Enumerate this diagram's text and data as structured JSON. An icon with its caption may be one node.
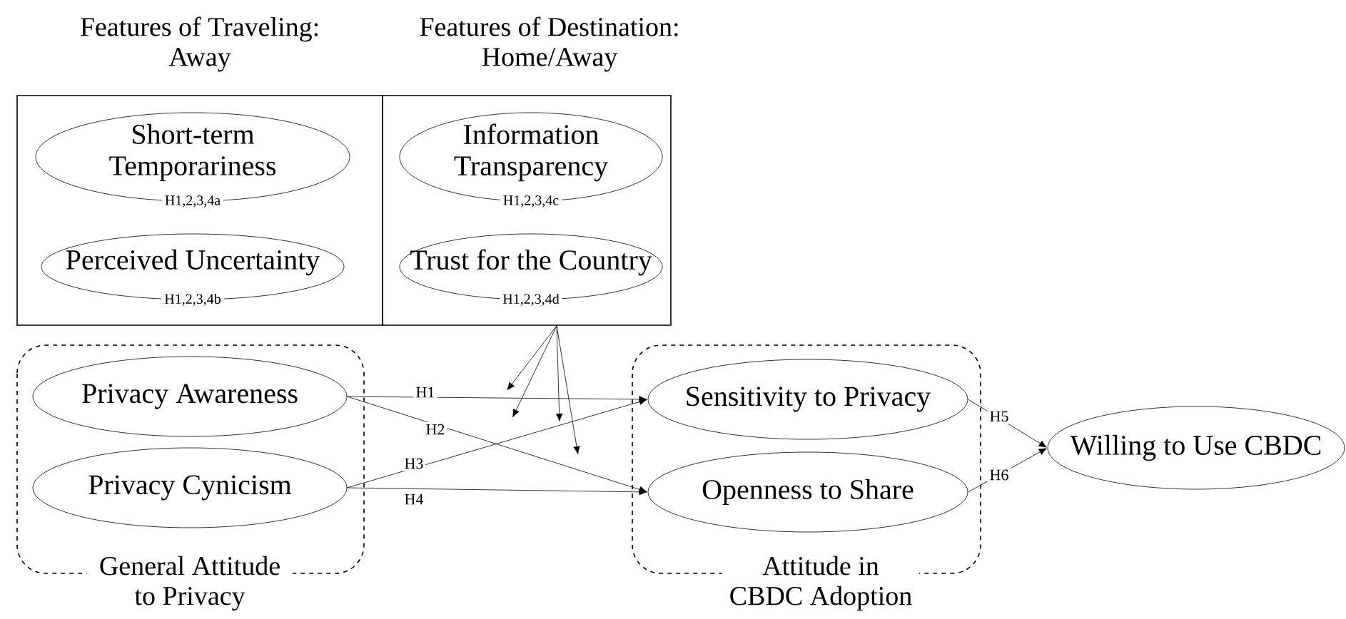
{
  "diagram": {
    "nodes": [
      {
        "text": [
          "Features of Traveling: Away"
        ]
      },
      {
        "text": [
          "Features of Destination: Home/Away"
        ]
      },
      {
        "text": [
          "Short-term Temporariness"
        ],
        "beside": [
          "H1,2,3,4a"
        ],
        "in": 0
      },
      {
        "text": [
          "Perceived Uncertainty"
        ],
        "beside": [
          "H1,2,3,4b"
        ],
        "in": 0
      },
      {
        "text": [
          "Information Transparency"
        ],
        "beside": [
          "H1,2,3,4c"
        ],
        "in": 1
      },
      {
        "text": [
          "Trust for the Country"
        ],
        "beside": [
          "H1,2,3,4d"
        ],
        "in": 1
      },
      {
        "text": [
          "General Attitude to Privacy"
        ]
      },
      {
        "text": [
          "Privacy Awareness"
        ],
        "in": 6
      },
      {
        "text": [
          "Privacy Cynicism"
        ],
        "in": 6
      },
      {
        "text": [
          "Attitude in CBDC Adoption"
        ]
      },
      {
        "text": [
          "Sensitivity to Privacy"
        ],
        "in": 9
      },
      {
        "text": [
          "Openness to Share"
        ],
        "in": 9
      },
      {
        "text": [
          "Willing to Use CBDC"
        ]
      }
    ],
    "edges": [
      {
        "from": 7,
        "to": 10,
        "arrow": "to",
        "label": "H1"
      },
      {
        "from": 7,
        "to": 11,
        "arrow": "to",
        "label": "H2"
      },
      {
        "from": 8,
        "to": 10,
        "arrow": "to",
        "label": "H3"
      },
      {
        "from": 8,
        "to": 11,
        "arrow": "to",
        "label": "H4"
      },
      {
        "from": 10,
        "to": 12,
        "arrow": "to",
        "label": "H5"
      },
      {
        "from": 11,
        "to": 12,
        "arrow": "to",
        "label": "H6"
      },
      {
        "from": 1,
        "to": null,
        "arrow": "to"
      },
      {
        "from": 1,
        "to": null,
        "arrow": "to"
      },
      {
        "from": 1,
        "to": null,
        "arrow": "to"
      },
      {
        "from": 1,
        "to": null,
        "arrow": "to"
      }
    ]
  }
}
